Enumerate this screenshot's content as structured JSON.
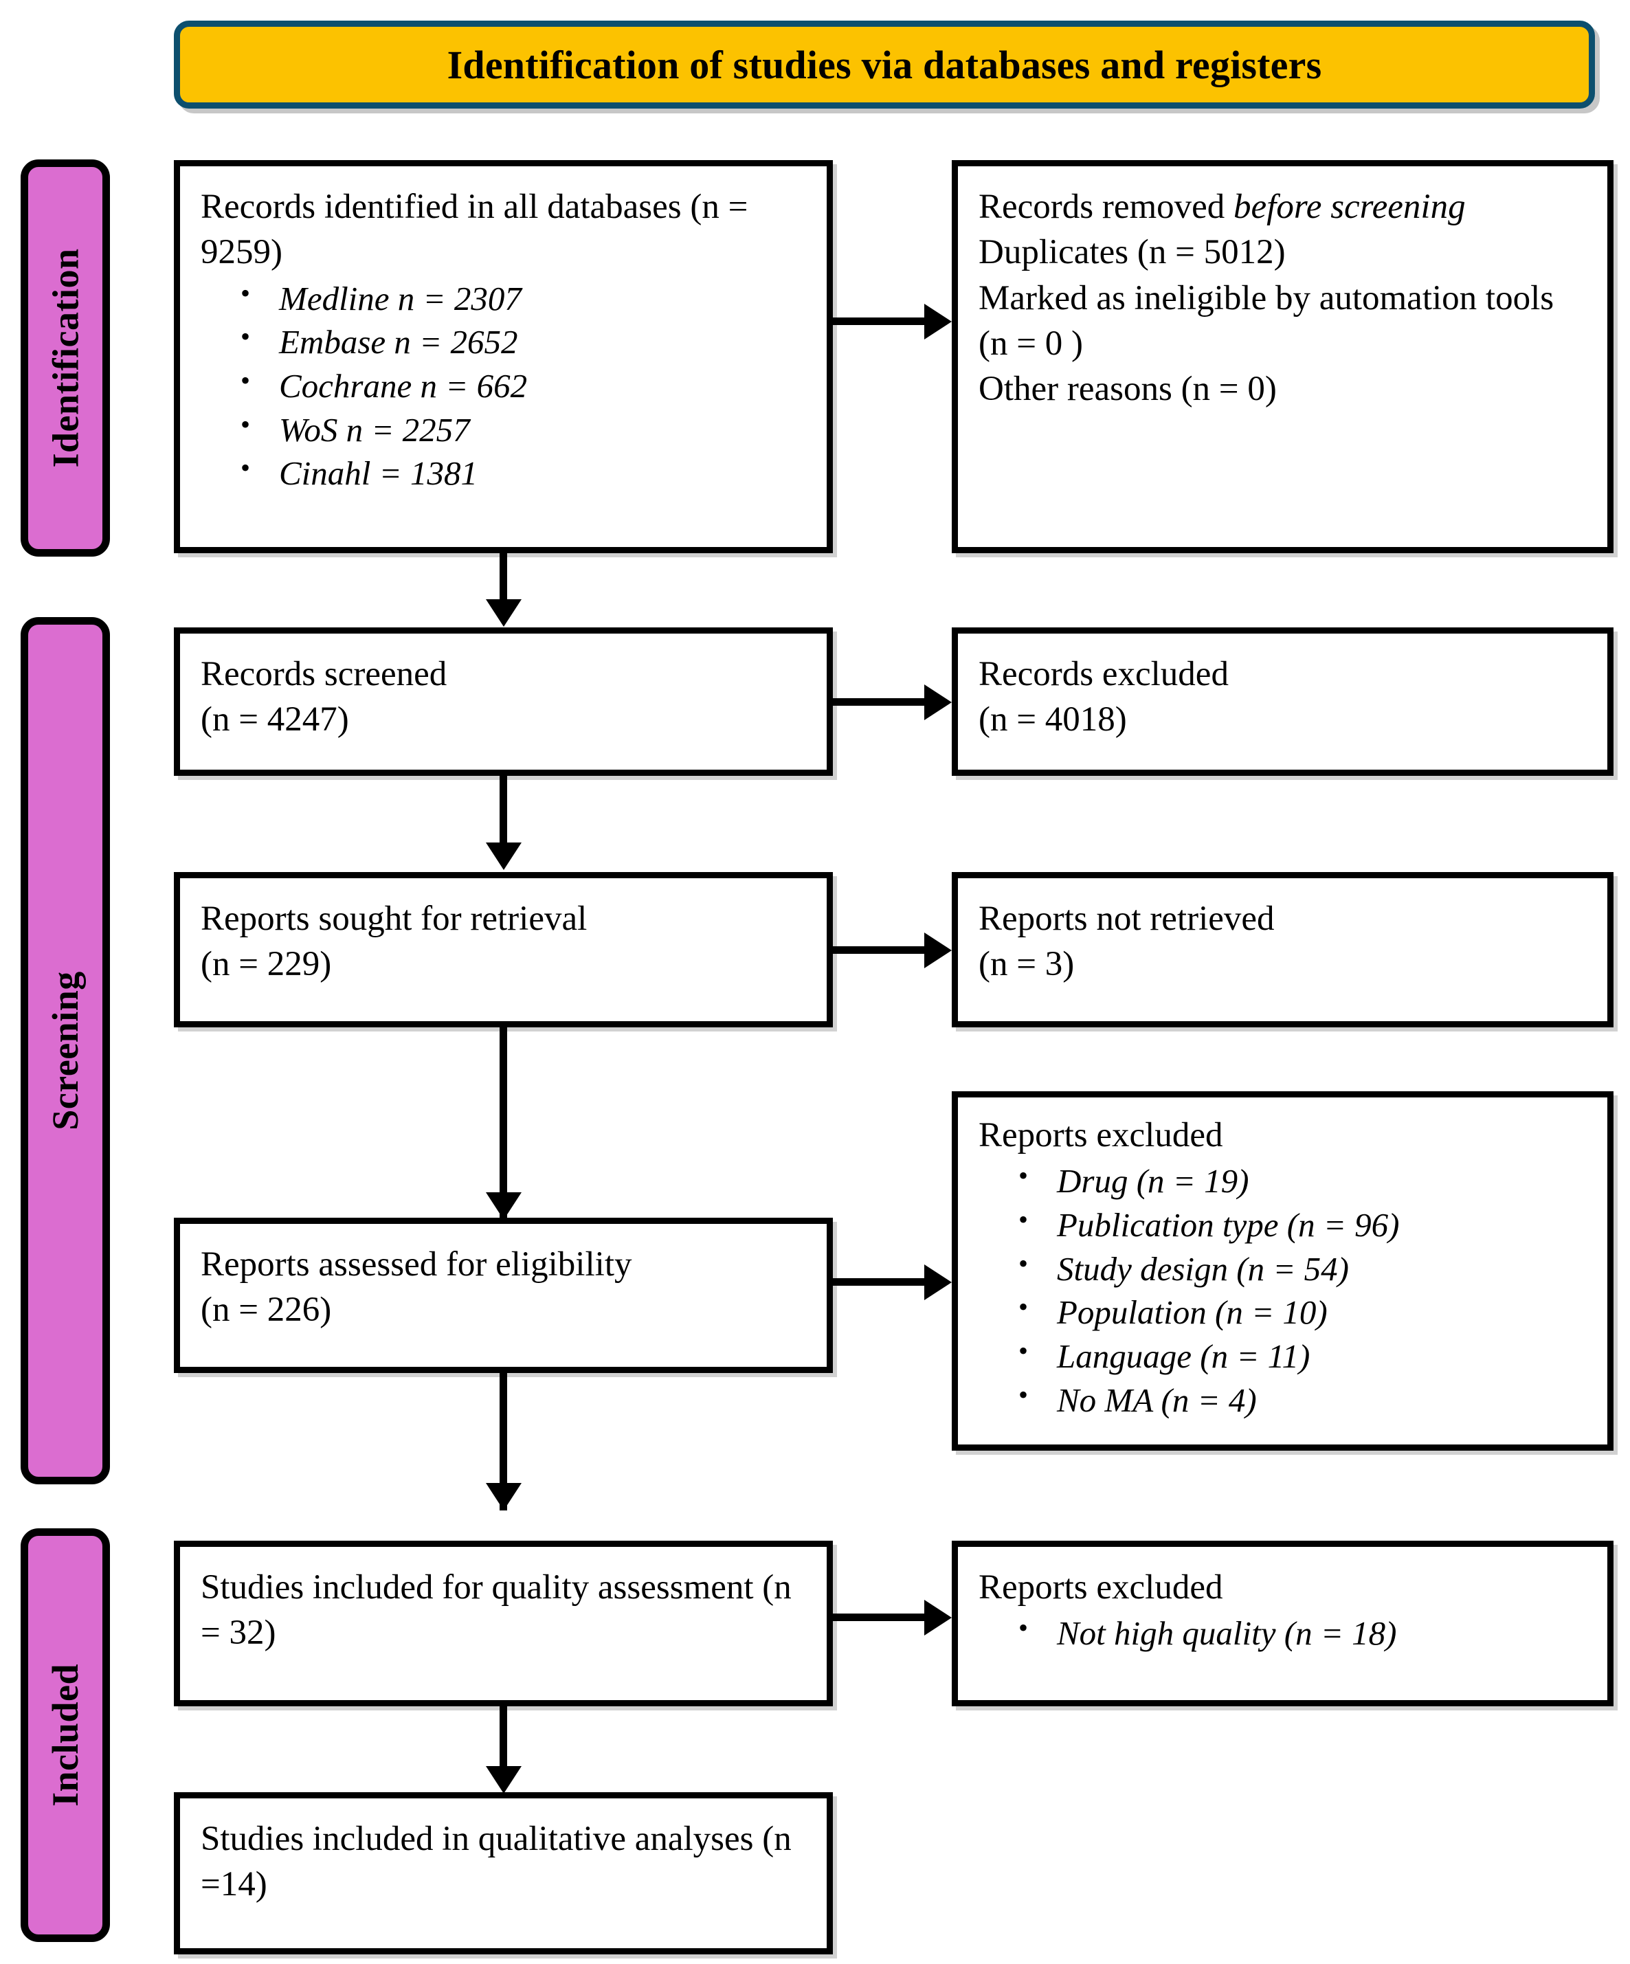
{
  "banner": {
    "title": "Identification of studies via databases and registers",
    "fill_color": "#FCC200",
    "border_color": "#0D4F6E"
  },
  "stages": [
    {
      "id": "identification",
      "label": "Identification",
      "color": "#DB6DD0"
    },
    {
      "id": "screening",
      "label": "Screening",
      "color": "#DB6DD0"
    },
    {
      "id": "included",
      "label": "Included",
      "color": "#DB6DD0"
    }
  ],
  "nodes": {
    "records_identified": {
      "heading": "Records identified in all databases (n = 9259)",
      "items": [
        "Medline n = 2307",
        "Embase n = 2652",
        "Cochrane n = 662",
        "WoS n = 2257",
        "Cinahl = 1381"
      ]
    },
    "records_removed": {
      "line1_plain": "Records removed ",
      "line1_italic": "before screening",
      "line2": "Duplicates  (n = 5012)",
      "line3": "Marked as ineligible by automation tools (n = 0 )",
      "line4": "Other reasons (n = 0)"
    },
    "records_screened": {
      "line1": "Records screened",
      "line2": "(n = 4247)"
    },
    "records_excluded": {
      "line1": "Records excluded",
      "line2": "(n = 4018)"
    },
    "reports_sought": {
      "line1": "Reports sought for retrieval",
      "line2": "(n = 229)"
    },
    "reports_not_retrieved": {
      "line1": "Reports not retrieved",
      "line2": "(n = 3)"
    },
    "reports_assessed": {
      "line1": "Reports assessed for eligibility",
      "line2": "(n = 226)"
    },
    "reports_excluded_eligibility": {
      "heading": "Reports excluded",
      "items": [
        "Drug (n = 19)",
        "Publication type (n = 96)",
        "Study design (n = 54)",
        "Population (n = 10)",
        "Language (n = 11)",
        "No MA (n = 4)"
      ]
    },
    "studies_quality": {
      "line1": "Studies included for quality assessment (n = 32)"
    },
    "reports_excluded_quality": {
      "heading": "Reports excluded",
      "items": [
        "Not high quality (n = 18)"
      ]
    },
    "studies_qualitative": {
      "line1": "Studies included in qualitative analyses (n =14)"
    }
  },
  "chart_data": {
    "type": "diagram",
    "title": "Identification of studies via databases and registers",
    "flow": [
      {
        "stage": "Identification",
        "box": "Records identified in all databases",
        "n": 9259,
        "breakdown": {
          "Medline": 2307,
          "Embase": 2652,
          "Cochrane": 662,
          "WoS": 2257,
          "Cinahl": 1381
        }
      },
      {
        "stage": "Identification",
        "box": "Records removed before screening",
        "breakdown": {
          "Duplicates": 5012,
          "Marked as ineligible by automation tools": 0,
          "Other reasons": 0
        }
      },
      {
        "stage": "Screening",
        "box": "Records screened",
        "n": 4247
      },
      {
        "stage": "Screening",
        "box": "Records excluded",
        "n": 4018
      },
      {
        "stage": "Screening",
        "box": "Reports sought for retrieval",
        "n": 229
      },
      {
        "stage": "Screening",
        "box": "Reports not retrieved",
        "n": 3
      },
      {
        "stage": "Screening",
        "box": "Reports assessed for eligibility",
        "n": 226
      },
      {
        "stage": "Screening",
        "box": "Reports excluded",
        "breakdown": {
          "Drug": 19,
          "Publication type": 96,
          "Study design": 54,
          "Population": 10,
          "Language": 11,
          "No MA": 4
        }
      },
      {
        "stage": "Included",
        "box": "Studies included for quality assessment",
        "n": 32
      },
      {
        "stage": "Included",
        "box": "Reports excluded",
        "breakdown": {
          "Not high quality": 18
        }
      },
      {
        "stage": "Included",
        "box": "Studies included in qualitative analyses",
        "n": 14
      }
    ]
  }
}
